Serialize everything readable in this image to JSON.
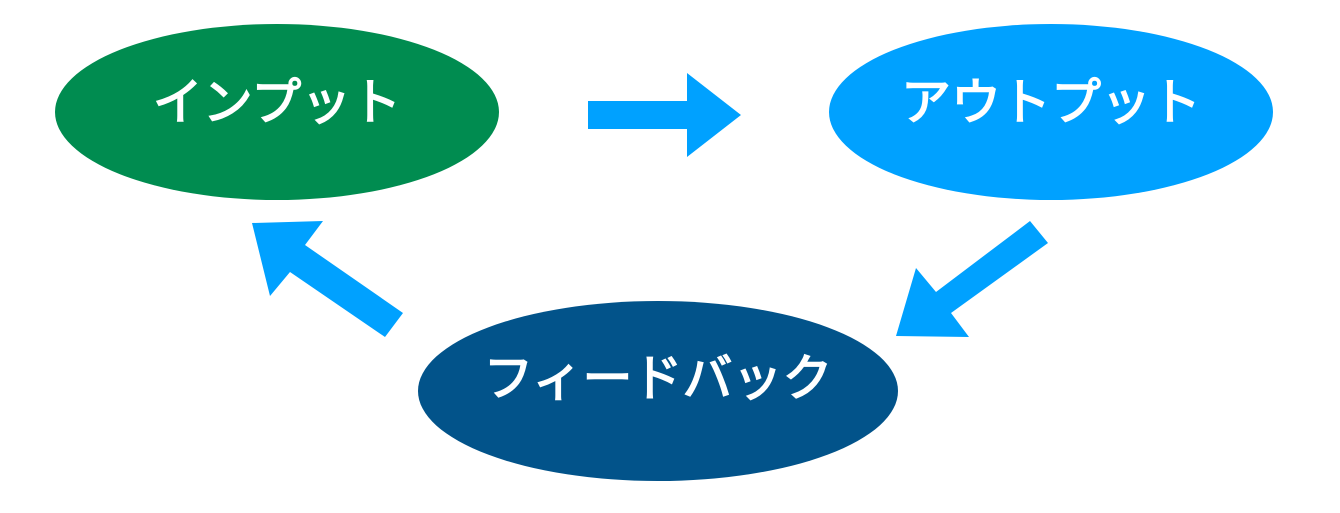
{
  "nodes": {
    "input": {
      "label": "インプット",
      "color": "#008c50"
    },
    "output": {
      "label": "アウトプット",
      "color": "#00a1ff"
    },
    "feedback": {
      "label": "フィードバック",
      "color": "#02538a"
    }
  },
  "arrow_color": "#00a1ff"
}
